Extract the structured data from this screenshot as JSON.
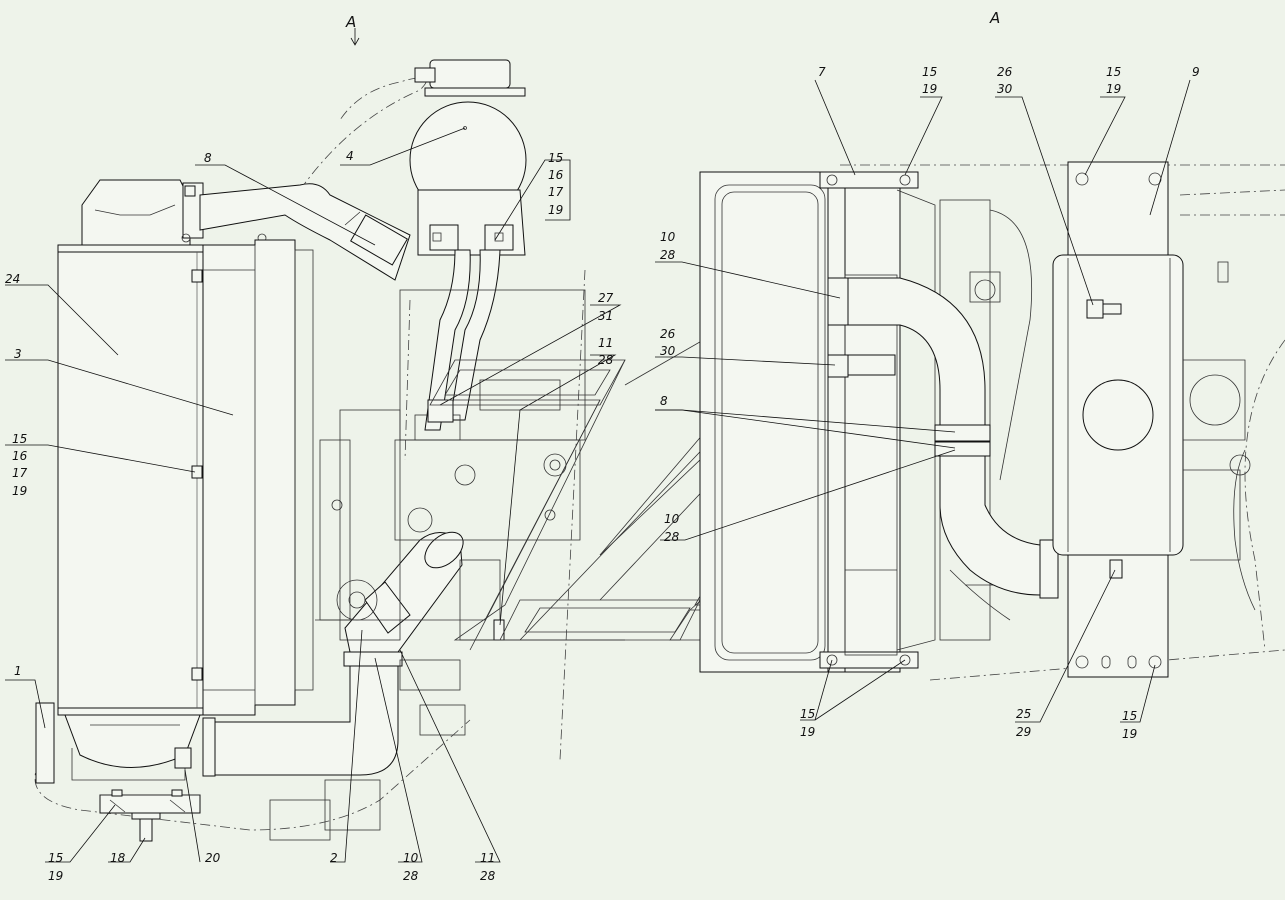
{
  "view_marks": {
    "left": "A",
    "right": "A"
  },
  "labels": {
    "l_24": "24",
    "l_3": "3",
    "l_15a": "15",
    "l_16a": "16",
    "l_17a": "17",
    "l_19a": "19",
    "l_1": "1",
    "l_15b": "15",
    "l_19b": "19",
    "l_18": "18",
    "l_20": "20",
    "l_2": "2",
    "l_10a": "10",
    "l_28a": "28",
    "l_11a": "11",
    "l_28b": "28",
    "l_8a": "8",
    "l_4": "4",
    "l_15c": "15",
    "l_16c": "16",
    "l_17c": "17",
    "l_19c": "19",
    "l_27": "27",
    "l_31": "31",
    "l_11b": "11",
    "l_28c": "28",
    "l_7": "7",
    "l_15d": "15",
    "l_19d": "19",
    "l_26a": "26",
    "l_30a": "30",
    "l_15e": "15",
    "l_19e": "19",
    "l_9": "9",
    "l_10b": "10",
    "l_28d": "28",
    "l_26b": "26",
    "l_30b": "30",
    "l_8b": "8",
    "l_10c": "10",
    "l_28e": "28",
    "l_15f": "15",
    "l_19f": "19",
    "l_25": "25",
    "l_29": "29",
    "l_15g": "15",
    "l_19g": "19"
  }
}
